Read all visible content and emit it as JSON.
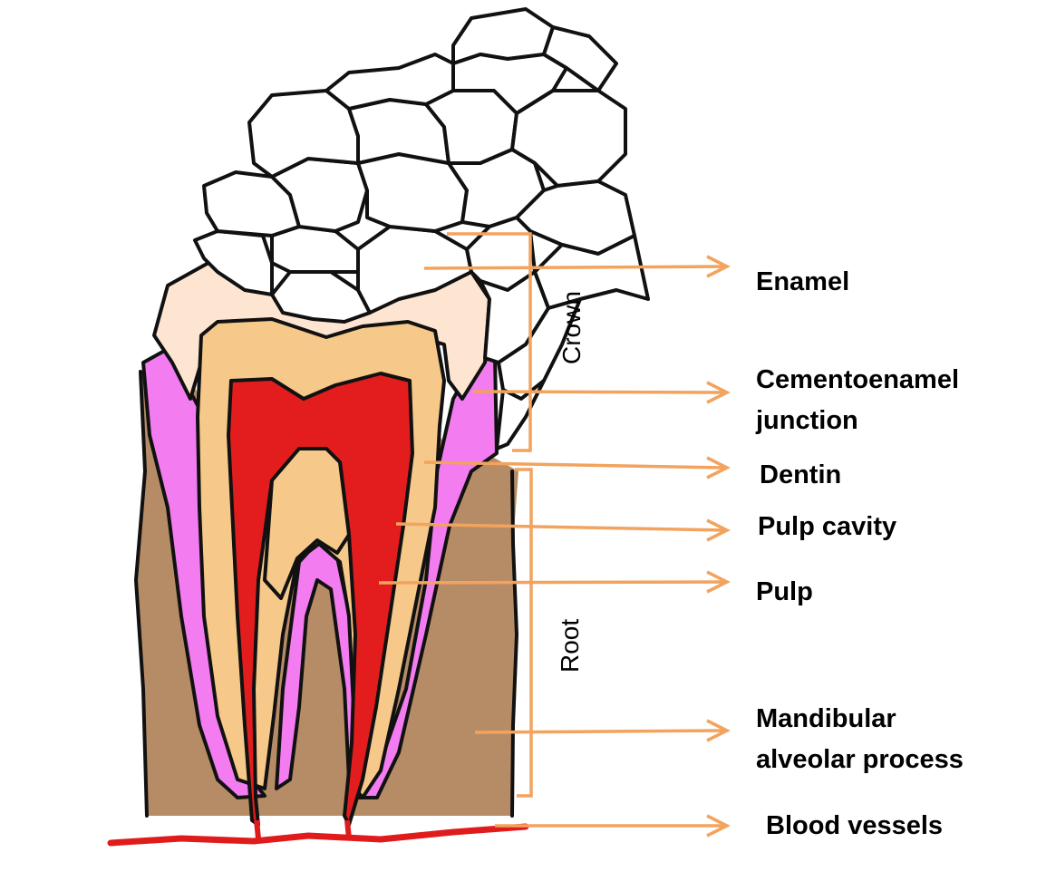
{
  "labels": {
    "enamel": "Enamel",
    "cej_line1": "Cementoenamel",
    "cej_line2": "junction",
    "dentin": "Dentin",
    "pulp_cavity": "Pulp cavity",
    "pulp": "Pulp",
    "mandibular_line1": "Mandibular",
    "mandibular_line2": "alveolar process",
    "blood_vessels": "Blood vessels"
  },
  "brackets": {
    "crown": "Crown",
    "root": "Root"
  },
  "colors": {
    "arrow": "#f2a35e",
    "enamel": "#fde5d2",
    "dentin": "#f6c98a",
    "pulp": "#e31d1d",
    "cementum": "#f27cf0",
    "bone": "#b68c66",
    "blood_vessel": "#e01b1b",
    "outline": "#111111"
  }
}
